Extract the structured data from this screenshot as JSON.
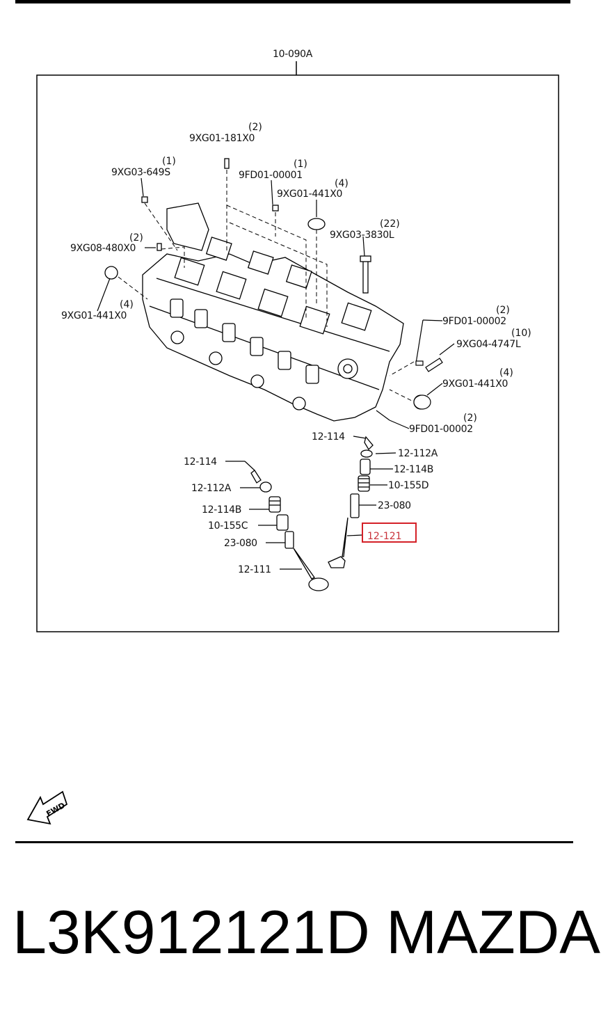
{
  "diagram": {
    "assembly_label": "10-090A",
    "highlight_color": "#d42027",
    "callouts": [
      {
        "part": "9XG01-181X0",
        "qty": "(2)"
      },
      {
        "part": "9XG03-649S",
        "qty": "(1)"
      },
      {
        "part": "9FD01-00001",
        "qty": "(1)"
      },
      {
        "part": "9XG01-441X0",
        "qty": "(4)"
      },
      {
        "part": "9XG03-3830L",
        "qty": "(22)"
      },
      {
        "part": "9XG08-480X0",
        "qty": "(2)"
      },
      {
        "part": "9XG01-441X0",
        "qty": "(4)"
      },
      {
        "part": "9FD01-00002",
        "qty": "(2)"
      },
      {
        "part": "9XG04-4747L",
        "qty": "(10)"
      },
      {
        "part": "9XG01-441X0",
        "qty": "(4)"
      },
      {
        "part": "9FD01-00002",
        "qty": "(2)"
      }
    ],
    "valve_right": [
      "12-114",
      "12-112A",
      "12-114B",
      "10-155D",
      "23-080",
      "12-121"
    ],
    "valve_left": [
      "12-114",
      "12-112A",
      "12-114B",
      "10-155C",
      "23-080",
      "12-111"
    ],
    "highlighted_part": "12-121",
    "fwd_label": "FWD"
  },
  "footer": {
    "part_number": "L3K912121D",
    "brand": "MAZDA"
  }
}
